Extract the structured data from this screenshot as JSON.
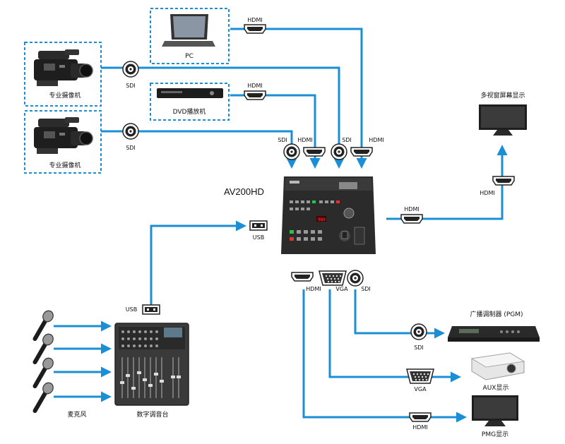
{
  "labels": {
    "pc": "PC",
    "dvd": "DVD播放机",
    "camera1": "专业摄像机",
    "camera2": "专业摄像机",
    "device": "AV200HD",
    "multiview": "多视窗屏幕显示",
    "broadcast": "广播调制器 (PGM)",
    "aux": "AUX显示",
    "pmg": "PMG显示",
    "mixer": "数字调音台",
    "mic": "麦克风"
  },
  "ports": {
    "hdmi_pc": "HDMI",
    "hdmi_dvd": "HDMI",
    "sdi_cam1": "SDI",
    "sdi_cam2": "SDI",
    "in_sdi_a": "SDI",
    "in_hdmi_a": "HDMI",
    "in_sdi_b": "SDI",
    "in_hdmi_b": "HDMI",
    "usb_dev": "USB",
    "usb_mixer": "USB",
    "hdmi_out": "HDMI",
    "hdmi_multiview": "HDMI",
    "out_hdmi": "HDMI",
    "out_vga": "VGA",
    "out_sdi": "SDI",
    "sdi_broadcast": "SDI",
    "vga_aux": "VGA",
    "hdmi_pmg": "HDMI"
  },
  "colors": {
    "line": "#1a8fd6",
    "box_border": "#1a8fd6",
    "device": "#2b2b2b"
  },
  "icons": [
    "laptop-icon",
    "dvd-player-icon",
    "camcorder-icon",
    "switcher-device-icon",
    "monitor-icon",
    "modulator-icon",
    "projector-icon",
    "mixer-icon",
    "microphone-icon",
    "hdmi-connector-icon",
    "sdi-connector-icon",
    "vga-connector-icon",
    "usb-connector-icon"
  ]
}
